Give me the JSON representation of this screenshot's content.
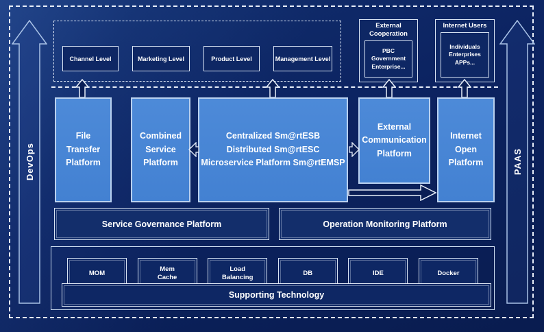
{
  "colors": {
    "background": "#0c2361",
    "panel_navy": "#0e2764",
    "platform_blue": "#4583d4",
    "border_light": "#d9e4f4",
    "text": "#ffffff"
  },
  "rails": {
    "left_label": "DevOps",
    "right_label": "PAAS"
  },
  "levels": [
    {
      "label": "Channel Level"
    },
    {
      "label": "Marketing Level"
    },
    {
      "label": "Product Level"
    },
    {
      "label": "Management Level"
    }
  ],
  "external_cooperation": {
    "title": "External\nCooperation",
    "members": "PBC Government\nEnterprise..."
  },
  "internet_users": {
    "title": "Internet Users",
    "members": "Individuals\nEnterprises\nAPPs..."
  },
  "platforms": [
    {
      "label": "File\nTransfer\nPlatform"
    },
    {
      "label": "Combined\nService\nPlatform"
    },
    {
      "label": "Centralized Sm@rtESB\nDistributed Sm@rtESC\nMicroservice Platform Sm@rtEMSP"
    },
    {
      "label": "External\nCommunication\nPlatform"
    },
    {
      "label": "Internet\nOpen\nPlatform"
    }
  ],
  "governance": [
    {
      "label": "Service Governance Platform"
    },
    {
      "label": "Operation Monitoring Platform"
    }
  ],
  "technologies": [
    {
      "label": "MOM"
    },
    {
      "label": "Mem\nCache"
    },
    {
      "label": "Load\nBalancing"
    },
    {
      "label": "DB"
    },
    {
      "label": "IDE"
    },
    {
      "label": "Docker"
    }
  ],
  "supporting_bar": {
    "label": "Supporting Technology"
  }
}
